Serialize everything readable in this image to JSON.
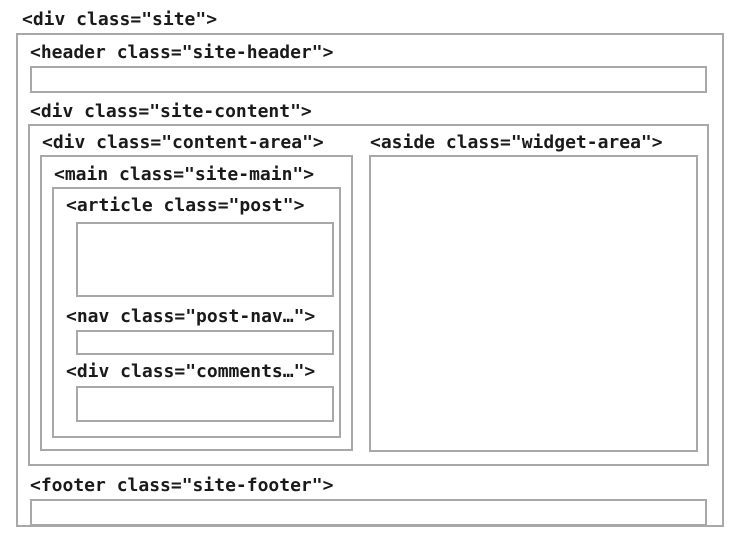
{
  "diagram": {
    "title_tag": "<div class=\"site\">",
    "background_color": "#ffffff",
    "border_color": "#a8a8a8",
    "text_color": "#1a1a1a",
    "nodes": {
      "site": {
        "label": "<div class=\"site\">"
      },
      "site_header": {
        "label": "<header class=\"site-header\">"
      },
      "site_content": {
        "label": "<div class=\"site-content\">"
      },
      "content_area": {
        "label": "<div class=\"content-area\">"
      },
      "site_main": {
        "label": "<main class=\"site-main\">"
      },
      "post": {
        "label": "<article class=\"post\">"
      },
      "post_nav": {
        "label": "<nav class=\"post-nav…\">"
      },
      "comments": {
        "label": "<div class=\"comments…\">"
      },
      "widget_area": {
        "label": "<aside class=\"widget-area\">"
      },
      "site_footer": {
        "label": "<footer class=\"site-footer\">"
      }
    }
  }
}
